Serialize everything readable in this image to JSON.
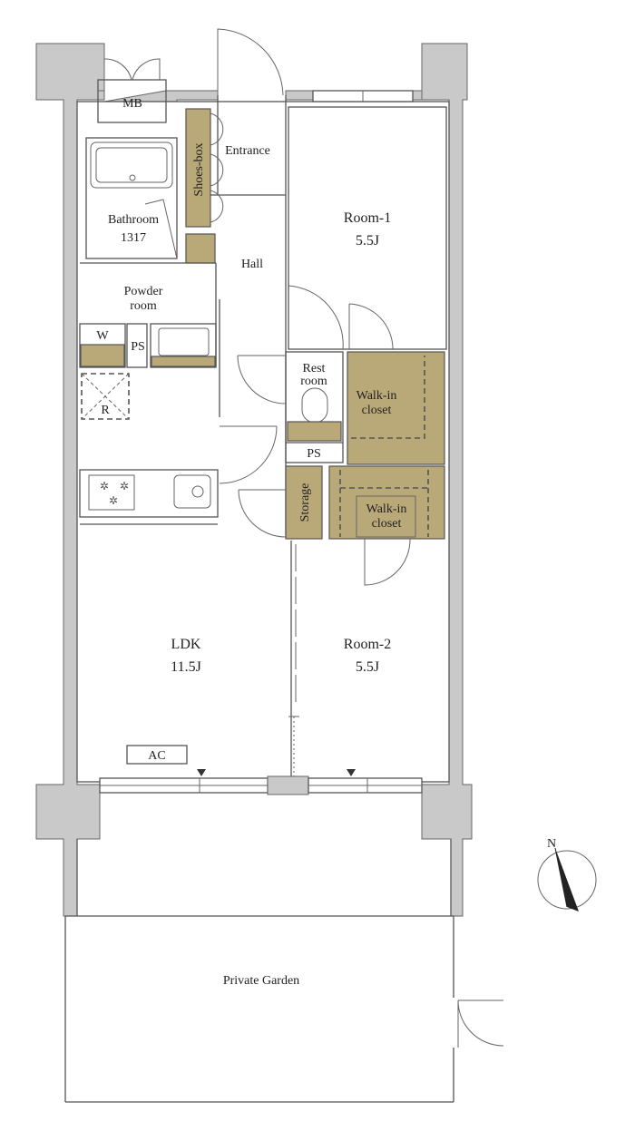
{
  "floor_plan": {
    "rooms": {
      "mb": "MB",
      "entrance": "Entrance",
      "shoes_box": "Shoes-box",
      "bathroom": "Bathroom",
      "bathroom_size": "1317",
      "hall": "Hall",
      "room1": "Room-1",
      "room1_size": "5.5J",
      "powder_room_1": "Powder",
      "powder_room_2": "room",
      "washer": "W",
      "ps1": "PS",
      "fridge": "R",
      "rest_room_1": "Rest",
      "rest_room_2": "room",
      "ps2": "PS",
      "wic1_1": "Walk-in",
      "wic1_2": "closet",
      "storage": "Storage",
      "wic2_1": "Walk-in",
      "wic2_2": "closet",
      "ldk": "LDK",
      "ldk_size": "11.5J",
      "room2": "Room-2",
      "room2_size": "5.5J",
      "ac": "AC",
      "garden": "Private Garden"
    },
    "compass": "N",
    "colors": {
      "wall": "#c9c9c9",
      "storage": "#b9a878",
      "line": "#555555"
    }
  }
}
